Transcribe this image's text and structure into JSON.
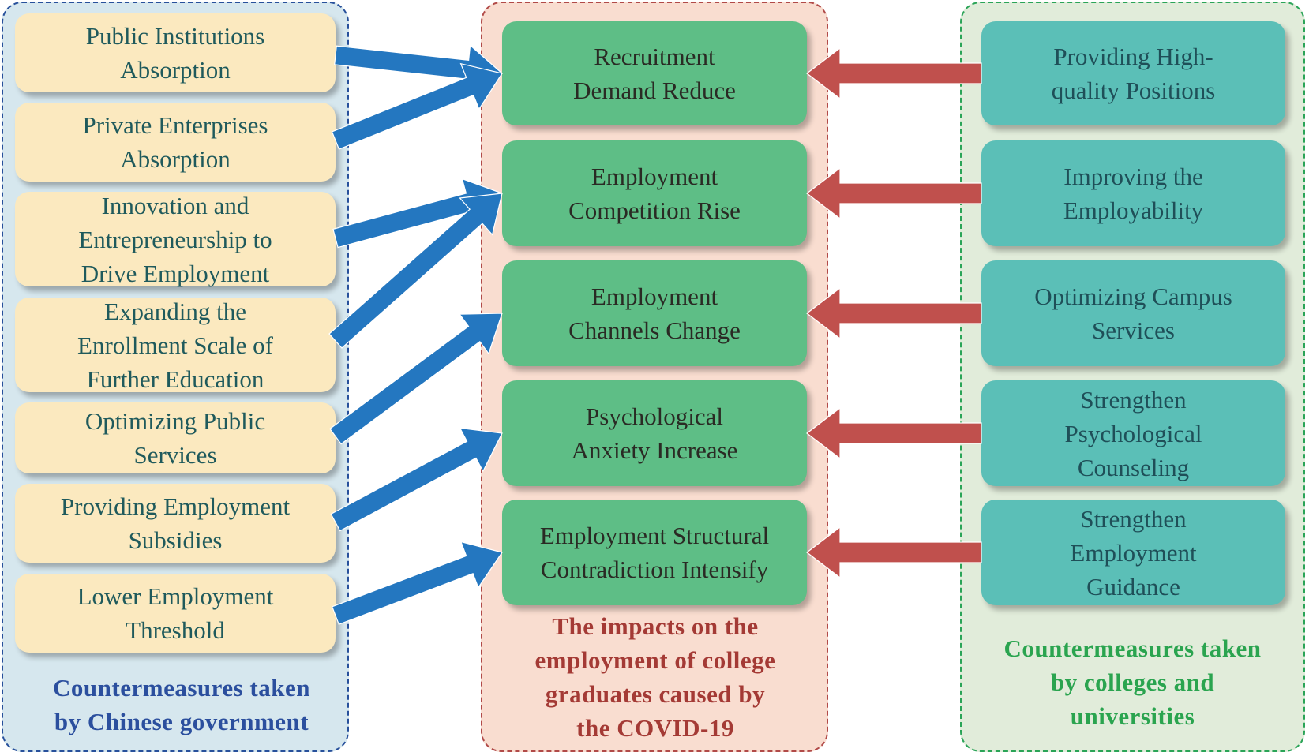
{
  "left_panel": {
    "title": "Countermeasures taken\nby Chinese government",
    "items": [
      "Public Institutions\nAbsorption",
      "Private Enterprises\nAbsorption",
      "Innovation and\nEntrepreneurship to\nDrive Employment",
      "Expanding the\nEnrollment Scale of\nFurther Education",
      "Optimizing Public\nServices",
      "Providing Employment\nSubsidies",
      "Lower Employment\nThreshold"
    ]
  },
  "middle_panel": {
    "title": "The impacts on the\nemployment of college\ngraduates caused by\nthe COVID-19",
    "items": [
      "Recruitment\nDemand Reduce",
      "Employment\nCompetition Rise",
      "Employment\nChannels Change",
      "Psychological\nAnxiety Increase",
      "Employment Structural\nContradiction Intensify"
    ]
  },
  "right_panel": {
    "title": "Countermeasures taken\nby colleges and\nuniversities",
    "items": [
      "Providing High-\nquality Positions",
      "Improving the\nEmployability",
      "Optimizing Campus\nServices",
      "Strengthen\nPsychological\nCounseling",
      "Strengthen\nEmployment\nGuidance"
    ]
  },
  "colors": {
    "left_arrow": "#2477c0",
    "right_arrow": "#c0504d"
  }
}
